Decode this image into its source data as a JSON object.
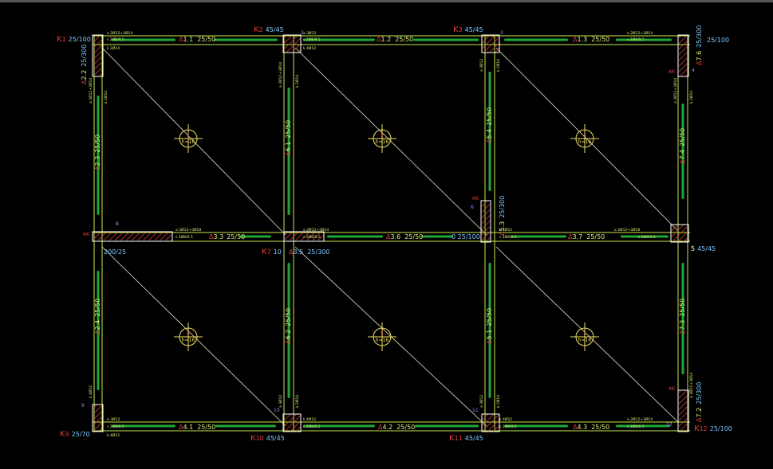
{
  "colors": {
    "background": "#000000",
    "beam_line": "#c8e84c",
    "beam_fill": "#1fa83a",
    "column_hatch": "#d23a3a",
    "column_label": "#e23b3b",
    "dim_text": "#7ec8ff",
    "beam_label": "#d9f07a",
    "slab_symbol": "#f0e060",
    "diagonal": "#e8e8c8"
  },
  "columns": [
    {
      "id": "k1",
      "prefix": "K",
      "num": "1",
      "size": "25/100"
    },
    {
      "id": "k2",
      "prefix": "K",
      "num": "2",
      "size": "45/45"
    },
    {
      "id": "k3",
      "prefix": "K",
      "num": "3",
      "size": "45/45"
    },
    {
      "id": "k4",
      "prefix": "",
      "num": "",
      "size": "25/100"
    },
    {
      "id": "k5",
      "prefix": "",
      "num": "5",
      "size": "45/45"
    },
    {
      "id": "k7",
      "prefix": "K",
      "num": "7",
      "size": "10"
    },
    {
      "id": "k9",
      "prefix": "K",
      "num": "9",
      "size": "25/70"
    },
    {
      "id": "k10",
      "prefix": "K",
      "num": "10",
      "size": "45/45"
    },
    {
      "id": "k11",
      "prefix": "K",
      "num": "11",
      "size": "45/45"
    },
    {
      "id": "k12",
      "prefix": "K",
      "num": "12",
      "size": "25/100"
    }
  ],
  "beams_horizontal": [
    {
      "id": "b11",
      "label": "1.1",
      "size": "25/50"
    },
    {
      "id": "b12",
      "label": "1.2",
      "size": "25/50"
    },
    {
      "id": "b13",
      "label": "1.3",
      "size": "25/50"
    },
    {
      "id": "b33",
      "label": "3.3",
      "size": "25/50"
    },
    {
      "id": "b35",
      "label": "3.5",
      "size": "25/300"
    },
    {
      "id": "b36",
      "label": "3.6",
      "size": "25/50"
    },
    {
      "id": "b37",
      "label": "3.7",
      "size": "25/50"
    },
    {
      "id": "b41",
      "label": "4.1",
      "size": "25/50"
    },
    {
      "id": "b42",
      "label": "4.2",
      "size": "25/50"
    },
    {
      "id": "b43",
      "label": "4.3",
      "size": "25/50"
    }
  ],
  "beams_vertical": [
    {
      "id": "b22",
      "label": "2.2",
      "size": "25/300"
    },
    {
      "id": "b23",
      "label": "2.3",
      "size": "25/50"
    },
    {
      "id": "b24",
      "label": "2.4",
      "size": "25/50"
    },
    {
      "id": "b61",
      "label": "6.1",
      "size": "25/50"
    },
    {
      "id": "b62",
      "label": "6.2",
      "size": "25/50"
    },
    {
      "id": "b54",
      "label": "5.4",
      "size": "25/50"
    },
    {
      "id": "b53",
      "label": "5.3",
      "size": "25/300"
    },
    {
      "id": "b51",
      "label": "5.1",
      "size": "25/50"
    },
    {
      "id": "b76",
      "label": "7.6",
      "size": "25/300"
    },
    {
      "id": "b74",
      "label": "7.4",
      "size": "25/50"
    },
    {
      "id": "b73",
      "label": "7.3",
      "size": "25/50"
    },
    {
      "id": "b72",
      "label": "7.2",
      "size": "25/300"
    }
  ],
  "slabs": [
    {
      "id": "s1",
      "num": "1",
      "thickness": "h=16"
    },
    {
      "id": "s2",
      "num": "2",
      "thickness": "h=16"
    },
    {
      "id": "s3",
      "num": "3",
      "thickness": "h=16"
    },
    {
      "id": "s4",
      "num": "6",
      "thickness": "h=16"
    },
    {
      "id": "s5",
      "num": "5",
      "thickness": "h=16"
    },
    {
      "id": "s6",
      "num": "4",
      "thickness": "h=16"
    }
  ],
  "extra_labels": {
    "beam_mid": "0 25/100",
    "beam_mid_2": "200/25",
    "rebar_a_top": "a 2Ø12+3Ø14",
    "rebar_s": "s 2Ø8/9.5",
    "rebar_k": "k 2Ø14",
    "rebar_a_low": "a 3Ø12",
    "rebar_k_low": "k 4Ø12",
    "rebar_mid": "a 2Ø12+3Ø18",
    "node_2": "2",
    "node_3": "3",
    "node_4": "4",
    "node_6": "6",
    "node_8": "8",
    "node_9": "9",
    "node_10": "10",
    "node_11": "11",
    "node_12": "12",
    "ak": "AK"
  }
}
